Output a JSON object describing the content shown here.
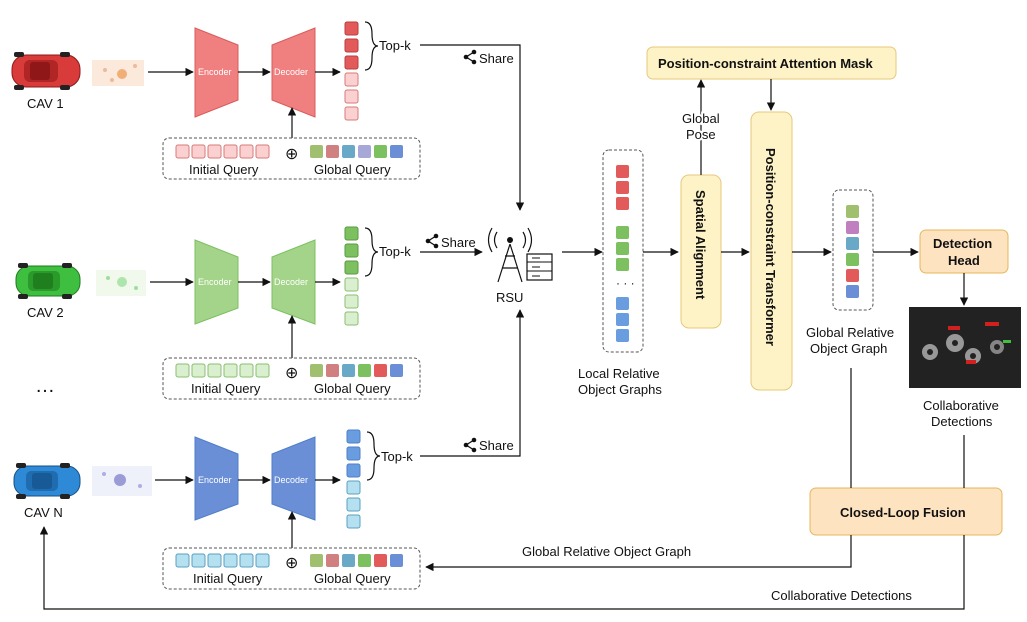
{
  "agents": [
    {
      "label": "CAV 1",
      "color": "#d93a3a",
      "dark": "#a82020",
      "scan": "#e8b08a"
    },
    {
      "label": "CAV 2",
      "color": "#3fbf3f",
      "dark": "#249024",
      "scan": "#8fd98f"
    },
    {
      "label": "CAV N",
      "color": "#2e8ad6",
      "dark": "#1a62a8",
      "scan": "#8a8ad0"
    }
  ],
  "ellipsis": "…",
  "encoder_label": "Encoder",
  "decoder_label": "Decoder",
  "topk_label": "Top-k",
  "share_label": "Share",
  "initial_query_label": "Initial Query",
  "global_query_label": "Global Query",
  "oplus": "⊕",
  "rsu_label": "RSU",
  "local_graphs_label_1": "Local Relative",
  "local_graphs_label_2": "Object Graphs",
  "global_pose_1": "Global",
  "global_pose_2": "Pose",
  "spatial_alignment": "Spatial Alignment",
  "pc_attention_mask": "Position-constraint Attention Mask",
  "pc_transformer": "Position-constraint Transformer",
  "global_graph_label_1": "Global Relative",
  "global_graph_label_2": "Object Graph",
  "detection_head_1": "Detection",
  "detection_head_2": "Head",
  "collab_det_1": "Collaborative",
  "collab_det_2": "Detections",
  "closed_loop_fusion": "Closed-Loop Fusion",
  "bottom_global_graph": "Global Relative Object Graph",
  "bottom_collab": "Collaborative Detections",
  "colors": {
    "red_block": "#f08080",
    "red_dark": "#d95b5b",
    "red_light": "#fbd0d0",
    "green_block": "#a3d48a",
    "green_dark": "#7cc060",
    "green_light": "#d9efcf",
    "blue_block": "#6a8fd6",
    "blue_dark": "#4f7fc8",
    "blue_light": "#b4e0ef",
    "yellow_fill": "#fdf3c6",
    "yellow_stroke": "#e8c87a",
    "orange_fill": "#fde3c0",
    "orange_stroke": "#e8b65a"
  }
}
